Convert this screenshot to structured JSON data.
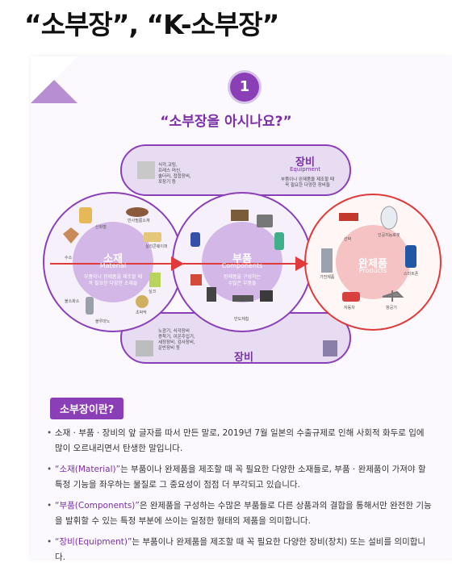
{
  "page_title": "“소부장”, “K-소부장”",
  "badge_number": "1",
  "question": "“소부장을 아시나요?”",
  "diagram": {
    "material": {
      "title": "소재",
      "subtitle": "Material",
      "desc1": "부품이나 완제품을 제조할 때",
      "desc2": "꼭 필요한 다양한 소재들"
    },
    "components": {
      "title": "부품",
      "subtitle": "Components",
      "desc1": "완제품을 구성하는",
      "desc2": "수많은 부품들"
    },
    "products": {
      "title": "완제품",
      "subtitle": "Products"
    },
    "equipment_top": {
      "title": "장비",
      "subtitle": "Equipment",
      "desc1": "부품이나 완제품을 제조할 때",
      "desc2": "꼭 필요한 다양한 장비들",
      "examples1": "식각,코팅,",
      "examples2": "프레스 머신,",
      "examples3": "솔더리, 접합장비,",
      "examples4": "포장기 등"
    },
    "equipment_bottom": {
      "title": "장비",
      "examples1": "노광기, 식각장비",
      "examples2": "증착기, 이온주입기,",
      "examples3": "세정장비, 검사장비,",
      "examples4": "운반장비 등"
    },
    "material_items": [
      "산화철",
      "반사필름소재",
      "실리콘웨이퍼",
      "수소",
      "블루마노",
      "실크",
      "불소화소",
      "초박막"
    ],
    "product_items": [
      "선박",
      "인공지능로봇",
      "가전제품",
      "스마트폰",
      "자동차",
      "항공기"
    ],
    "component_items": [
      "반도체칩"
    ]
  },
  "section_label": "소부장이란?",
  "definitions": [
    {
      "term": "",
      "text": "소재 · 부품 · 장비의 앞 글자를 따서 만든 말로, 2019년 7월 일본의 수출규제로 인해 사회적 화두로 입에 많이 오르내리면서 탄생한 말입니다."
    },
    {
      "term": "“소재(Material)”",
      "text": "는 부품이나 완제품을 제조할 때 꼭 필요한 다양한 소재들로, 부품 · 완제품이 가져야 할 특정 기능을 좌우하는 물질로 그 중요성이 점점 더 부각되고 있습니다."
    },
    {
      "term": "“부품(Components)”",
      "text": "은 완제품을 구성하는 수많은 부품들로 다른 상품과의 결합을 통해서만 완전한 기능을 발휘할 수 있는 특정 부분에 쓰이는 일정한 형태의 제품을 의미합니다."
    },
    {
      "term": "“장비(Equipment)”",
      "text": "는 부품이나 완제품을 제조할 때 꼭 필요한 다양한 장비(장치) 또는 설비를 의미합니다."
    }
  ],
  "colors": {
    "accent": "#8a3fb7",
    "light_purple": "#d6c2ea",
    "product_red": "#e03a3a"
  }
}
